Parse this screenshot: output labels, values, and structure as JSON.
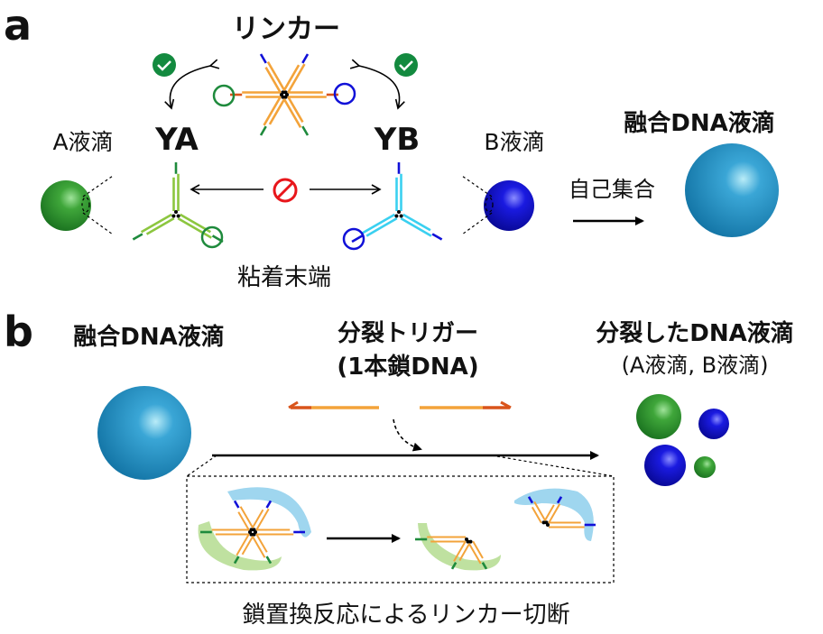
{
  "panel_a": {
    "label": "a",
    "linker_title": "リンカー",
    "ya": "YA",
    "yb": "YB",
    "a_droplet": "A液滴",
    "b_droplet": "B液滴",
    "fused_title": "融合DNA液滴",
    "self_assembly": "自己集合",
    "sticky_end": "粘着末端"
  },
  "panel_b": {
    "label": "b",
    "fused_title": "融合DNA液滴",
    "trigger_title": "分裂トリガー",
    "trigger_sub": "(1本鎖DNA)",
    "split_title": "分裂したDNA液滴",
    "split_sub": "(A液滴, B液滴)",
    "caption": "鎖置換反応によるリンカー切断"
  },
  "colors": {
    "green": "#1e8a3c",
    "blue": "#1010d8",
    "orange": "#f3a33a",
    "red_orange": "#d9541b",
    "light_green": "#8cc63f",
    "cyan": "#3ad0f0",
    "check": "#138a3f",
    "prohibit": "#e8161b"
  }
}
